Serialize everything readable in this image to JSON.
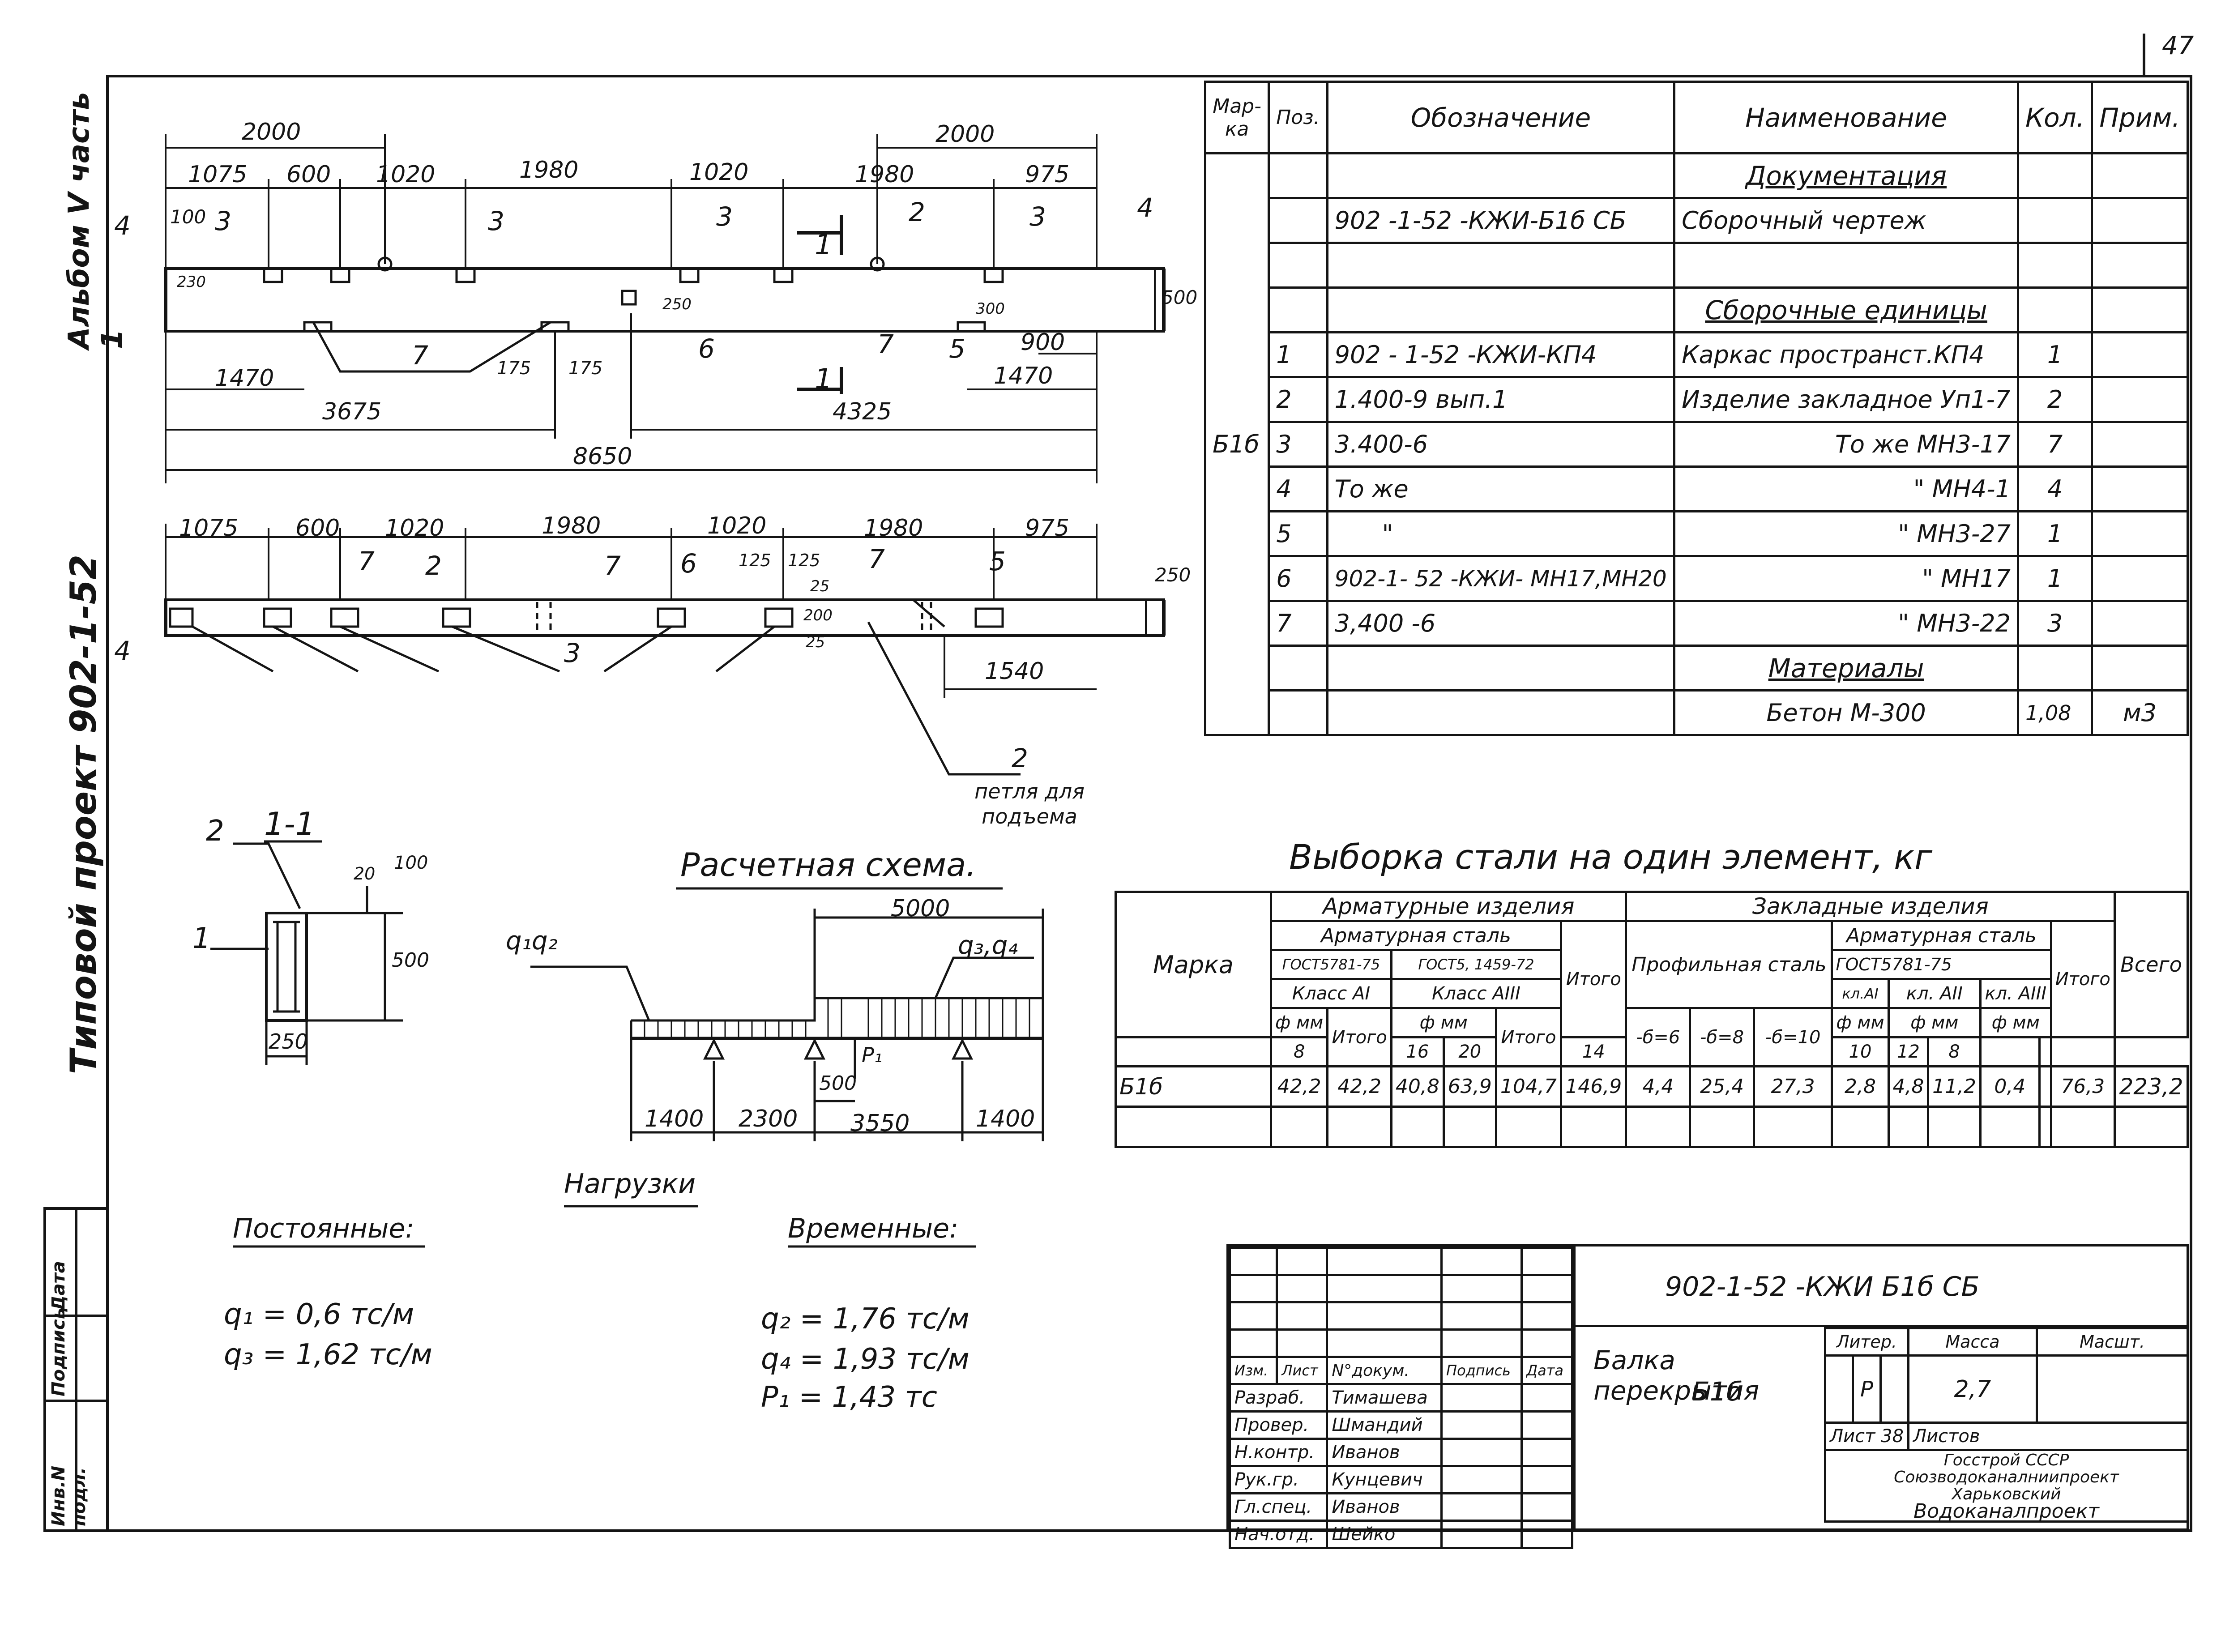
{
  "sheet_number": "47",
  "spine": {
    "album": "Альбом V часть 1",
    "project": "Типовой проект 902-1-52"
  },
  "left_stamp": [
    "Инв.N подл.",
    "Подпись",
    "Дата"
  ],
  "drawing": {
    "top_dims_upper": [
      "2000",
      "2000"
    ],
    "top_dims": [
      "1075",
      "600",
      "1020",
      "1980",
      "1020",
      "1980",
      "975"
    ],
    "top_callouts": [
      "4",
      "100",
      "3",
      "3",
      "3",
      "1",
      "2",
      "3",
      "4"
    ],
    "vertical_dims": [
      "230",
      "250",
      "300",
      "500"
    ],
    "bottom_dims": [
      "1470",
      "3675",
      "175",
      "175",
      "7",
      "6",
      "7",
      "5",
      "900",
      "1470",
      "4325",
      "8650"
    ],
    "section_mark": "1",
    "plan_dims": [
      "1075",
      "600",
      "1020",
      "1980",
      "1020",
      "1980",
      "975"
    ],
    "plan_callouts": [
      "7",
      "2",
      "7",
      "6",
      "125",
      "125",
      "7",
      "5",
      "25",
      "200",
      "25",
      "250",
      "4",
      "3",
      "1540"
    ],
    "lifting_loop_num": "2",
    "lifting_loop": "петля для подъема",
    "section_title": "1-1",
    "section_labels": [
      "2",
      "1",
      "20",
      "100",
      "500",
      "250"
    ]
  },
  "scheme": {
    "title": "Расчетная схема.",
    "load_left": "q₁q₂",
    "load_right": "q₃,q₄",
    "top_span": "5000",
    "p_label": "P₁",
    "p_offset": "500",
    "spans": [
      "1400",
      "2300",
      "3550",
      "1400"
    ]
  },
  "loads": {
    "title": "Нагрузки",
    "permanent_title": "Постоянные:",
    "permanent": [
      "q₁ = 0,6  тс/м",
      "q₃ = 1,62 тс/м"
    ],
    "temporary_title": "Временные:",
    "temporary": [
      "q₂ = 1,76 тс/м",
      "q₄ = 1,93 тс/м",
      "P₁ = 1,43 тс"
    ]
  },
  "spec_table": {
    "headers": [
      "Мар-ка",
      "Поз.",
      "Обозначение",
      "Наименование",
      "Кол.",
      "Прим."
    ],
    "mark": "Б1б",
    "section_doc": "Документация",
    "section_units": "Сборочные единицы",
    "section_materials": "Материалы",
    "doc_row": [
      "",
      "902 -1-52 -КЖИ-Б1б СБ",
      "Сборочный чертеж",
      "",
      ""
    ],
    "rows": [
      [
        "1",
        "902 - 1-52 -КЖИ-КП4",
        "Каркас пространст.КП4",
        "1",
        ""
      ],
      [
        "2",
        "1.400-9          вып.1",
        "Изделие закладное Уп1-7",
        "2",
        ""
      ],
      [
        "3",
        "3.400-6",
        "То же          МН3-17",
        "7",
        ""
      ],
      [
        "4",
        "То же",
        "\"               МН4-1",
        "4",
        ""
      ],
      [
        "5",
        "\"",
        "\"               МН3-27",
        "1",
        ""
      ],
      [
        "6",
        "902-1- 52 -КЖИ- МН17,МН20",
        "\"               МН17",
        "1",
        ""
      ],
      [
        "7",
        "3,400 -6",
        "\"               МН3-22",
        "3",
        ""
      ]
    ],
    "material_row": [
      "",
      "",
      "Бетон    М-300",
      "1,08",
      "м3"
    ]
  },
  "steel": {
    "title": "Выборка стали на один   элемент, кг",
    "col_mark": "Марка",
    "group_reinf": "Арматурные изделия",
    "group_embed": "Закладные  изделия",
    "reinf_steel": "Арматурная сталь",
    "gost1": "ГОСТ5781-75",
    "gost2": "ГОСТ5, 1459-72",
    "class_a1": "Класс АI",
    "class_a3": "Класс АIII",
    "dia_mm": "ф мм",
    "d8": "8",
    "d16": "16",
    "d20": "20",
    "itogo": "Итого",
    "profile_steel": "Профильная сталь",
    "t6": "-б=6",
    "t8": "-б=8",
    "t10": "-б=10",
    "embed_reinf": "Арматурная сталь",
    "gost3": "ГОСТ5781-75",
    "kl_a1": "кл.АI",
    "kl_a2": "кл. АII",
    "kl_a3": "кл. АIII",
    "e14": "14",
    "e10": "10",
    "e12": "12",
    "e8": "8",
    "vsego": "Всего",
    "row": [
      "Б1б",
      "42,2",
      "42,2",
      "40,8",
      "63,9",
      "104,7",
      "146,9",
      "4,4",
      "25,4",
      "27,3",
      "2,8",
      "4,8",
      "11,2",
      "0,4",
      "",
      "76,3",
      "223,2"
    ]
  },
  "title_block": {
    "doc_code": "902-1-52 -КЖИ Б1б СБ",
    "name": "Балка перекрытия",
    "name2": "Б1б",
    "col_heads": [
      "Изм.",
      "Лист",
      "N°докум.",
      "Подпись",
      "Дата"
    ],
    "staff": [
      [
        "Разраб.",
        "Тимашева"
      ],
      [
        "Провер.",
        "Шмандий"
      ],
      [
        "Н.контр.",
        "Иванов"
      ],
      [
        "Рук.гр.",
        "Кунцевич"
      ],
      [
        "Гл.спец.",
        "Иванов"
      ],
      [
        "Нач.отд.",
        "Шейко"
      ]
    ],
    "litera_head": "Литер.",
    "mass_head": "Масса",
    "scale_head": "Масшт.",
    "litera": "Р",
    "mass": "2,7",
    "sheet_label": "Лист",
    "sheet_no": "38",
    "sheets_label": "Листов",
    "org": [
      "Госстрой   СССР",
      "Союзводоканалниипроект",
      "Харьковский",
      "Водоканалпроект"
    ]
  }
}
